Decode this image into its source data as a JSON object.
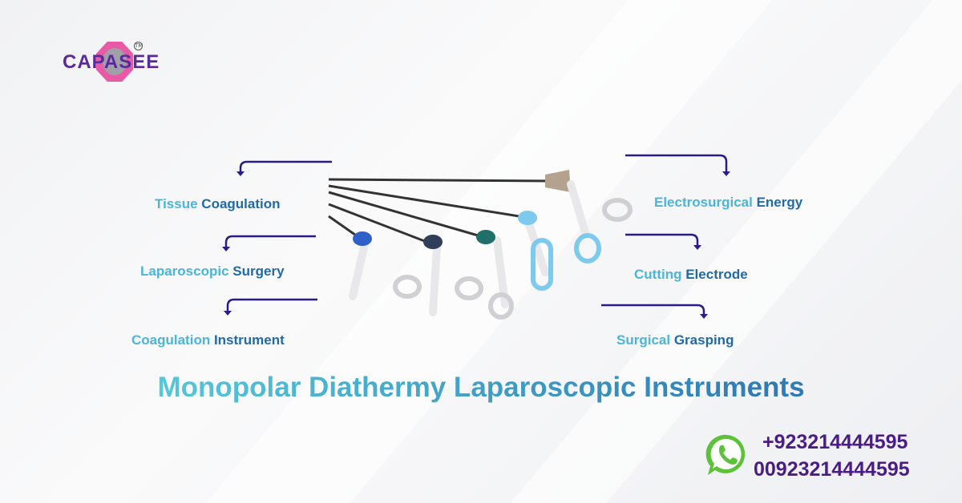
{
  "brand": {
    "name": "CAPASEE",
    "tm": "TM"
  },
  "left_labels": [
    {
      "a": "Tissue",
      "b": "Coagulation"
    },
    {
      "a": "Laparoscopic",
      "b": "Surgery"
    },
    {
      "a": "Coagulation",
      "b": "Instrument"
    }
  ],
  "right_labels": [
    {
      "a": "Electrosurgical",
      "b": "Energy"
    },
    {
      "a": "Cutting",
      "b": "Electrode"
    },
    {
      "a": "Surgical",
      "b": "Grasping"
    }
  ],
  "title": "Monopolar Diathermy Laparoscopic Instruments",
  "contact": {
    "icon": "whatsapp-icon",
    "phone1": "+923214444595",
    "phone2": "00923214444595"
  },
  "colors": {
    "accent_light": "#4ab5d8",
    "accent_dark": "#1f6aa8",
    "arrow": "#2a1a8a",
    "phone": "#4a1c86",
    "whatsapp": "#5cc23a"
  }
}
